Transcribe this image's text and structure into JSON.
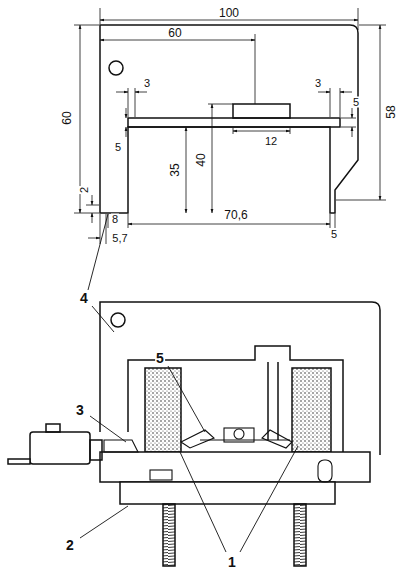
{
  "diagram": {
    "labels": [
      "100",
      "60",
      "3",
      "3",
      "5",
      "12",
      "60",
      "5",
      "35",
      "40",
      "58",
      "2",
      "8",
      "70,6",
      "5",
      "5,7",
      "4",
      "5",
      "3",
      "2",
      "1"
    ]
  }
}
